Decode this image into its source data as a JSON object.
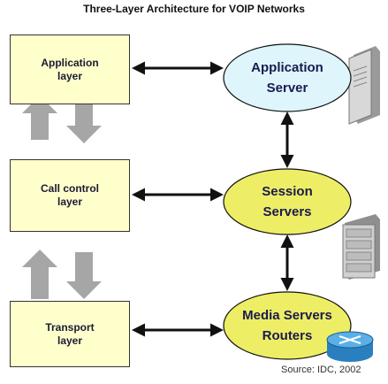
{
  "title": "Three-Layer Architecture for VOIP Networks",
  "layers": [
    {
      "line1": "Application",
      "line2": "layer"
    },
    {
      "line1": "Call control",
      "line2": "layer"
    },
    {
      "line1": "Transport",
      "line2": "layer"
    }
  ],
  "nodes": [
    {
      "line1": "Application",
      "line2": "Server",
      "fill": "#ddf5fb"
    },
    {
      "line1": "Session",
      "line2": "Servers",
      "fill": "#eeee66"
    },
    {
      "line1": "Media Servers",
      "line2": "Routers",
      "fill": "#eeee66"
    }
  ],
  "source": "Source: IDC, 2002",
  "colors": {
    "layer_fill": "#ffffcc",
    "flow_arrow": "#a6a6a6",
    "connector": "#111111"
  },
  "icons": [
    "server-tower-icon",
    "server-rack-icon",
    "router-icon"
  ]
}
